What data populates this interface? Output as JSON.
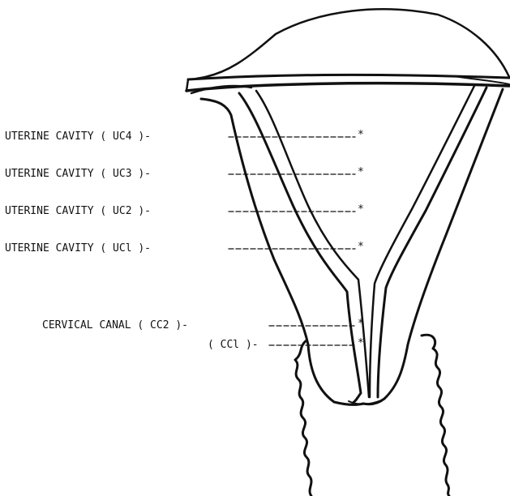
{
  "diagram": {
    "labels": [
      {
        "id": "uc4",
        "text": "UTERINE CAVITY ( UC4 )-"
      },
      {
        "id": "uc3",
        "text": "UTERINE CAVITY ( UC3 )-"
      },
      {
        "id": "uc2",
        "text": "UTERINE CAVITY ( UC2 )-"
      },
      {
        "id": "uc1",
        "text": "UTERINE CAVITY ( UCl )-"
      },
      {
        "id": "cc2",
        "text": "CERVICAL CANAL ( CC2 )-"
      },
      {
        "id": "cc1",
        "text": "( CCl )-"
      }
    ],
    "marker": "*",
    "colors": {
      "ink": "#111111",
      "background": "#ffffff"
    }
  }
}
